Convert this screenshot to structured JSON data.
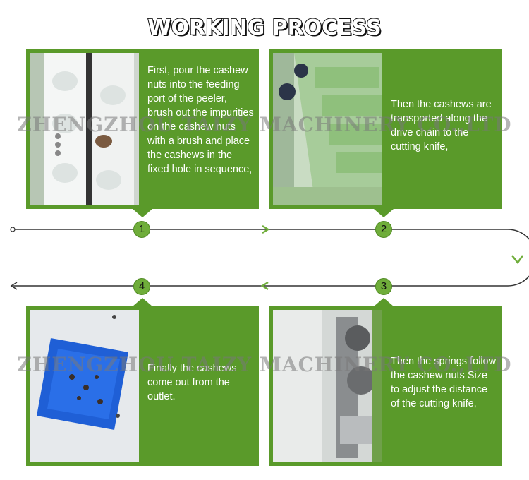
{
  "title": "WORKING PROCESS",
  "watermark": "ZHENGZHOU TAIZY MACHINERY CO.,LTD",
  "steps": [
    {
      "number": "1",
      "text": "First, pour the cashew nuts into the feeding port of the peeler, brush out the impurities on the cashew nuts with a brush and place the cashews in the fixed hole in sequence,"
    },
    {
      "number": "2",
      "text": "Then the cashews are transported along the drive chain to the cutting knife,"
    },
    {
      "number": "3",
      "text": "Then the springs follow the cashew nuts Size to adjust the distance of the cutting knife,"
    },
    {
      "number": "4",
      "text": "Finally the cashews come out from the outlet."
    }
  ],
  "colors": {
    "card": "#5a9a2a",
    "badge": "#6fad3a",
    "line": "#333333"
  }
}
